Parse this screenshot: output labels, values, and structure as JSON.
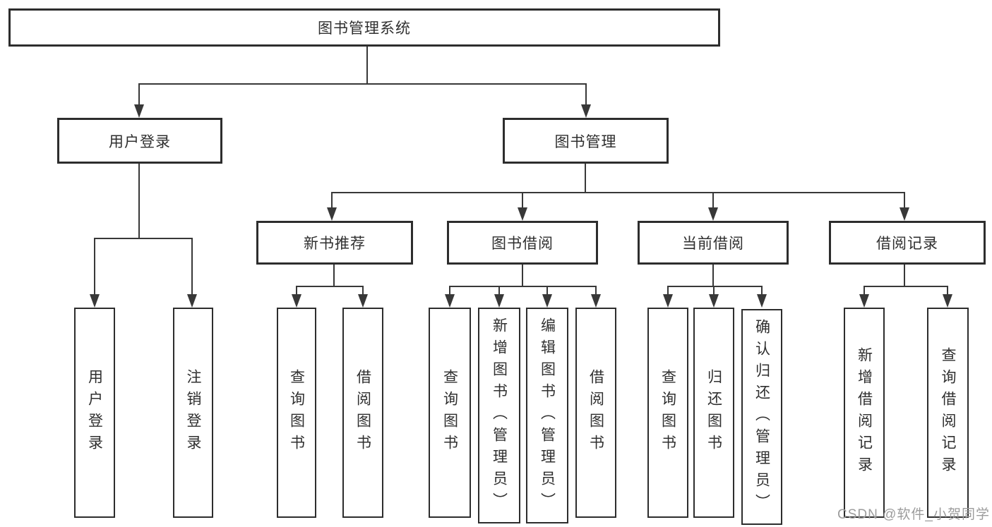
{
  "tree": {
    "root": "图书管理系统",
    "branches": [
      {
        "label": "用户登录",
        "children": [
          "用户登录",
          "注销登录"
        ]
      },
      {
        "label": "图书管理",
        "groups": [
          {
            "label": "新书推荐",
            "children": [
              "查询图书",
              "借阅图书"
            ]
          },
          {
            "label": "图书借阅",
            "children": [
              "查询图书",
              "新增图书（管理员）",
              "编辑图书（管理员）",
              "借阅图书"
            ]
          },
          {
            "label": "当前借阅",
            "children": [
              "查询图书",
              "归还图书",
              "确认归还（管理员）"
            ]
          },
          {
            "label": "借阅记录",
            "children": [
              "新增借阅记录",
              "查询借阅记录"
            ]
          }
        ]
      }
    ]
  },
  "watermark": "CSDN @软件_小贺同学",
  "colors": {
    "line": "#383838",
    "box_border": "#2d2d2d",
    "text": "#2f2f2f",
    "watermark": "#9c9c9c",
    "background": "#ffffff"
  }
}
